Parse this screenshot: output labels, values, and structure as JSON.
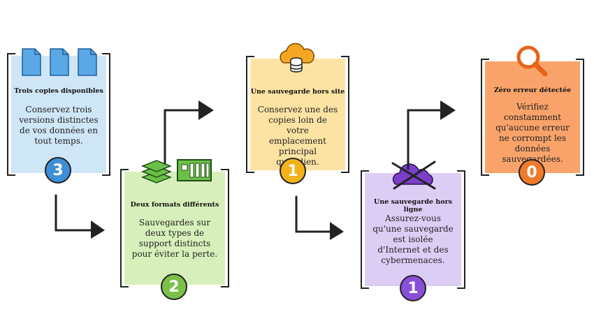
{
  "cards": [
    {
      "title": "Trois copies disponibles",
      "description": "Conservez trois versions distinctes de vos données en tout temps.",
      "badge": "3",
      "color": "#cfe6f7",
      "badge_color": "#3d8fd6"
    },
    {
      "title": "Deux formats différents",
      "description": "Sauvegardes sur deux types de support distincts pour éviter la perte.",
      "badge": "2",
      "color": "#d7f0bb",
      "badge_color": "#7cc04a"
    },
    {
      "title": "Une sauvegarde hors site",
      "description": "Conservez une des copies loin de votre emplacement principal quotidien.",
      "badge": "1",
      "color": "#fde3a3",
      "badge_color": "#f2b21a"
    },
    {
      "title": "Une sauvegarde hors ligne",
      "description": "Assurez-vous qu'une sauvegarde est isolée d'Internet et des cybermenaces.",
      "badge": "1",
      "color": "#dccdf5",
      "badge_color": "#8a4fd9"
    },
    {
      "title": "Zéro erreur détectée",
      "description": "Vérifiez constamment qu'aucune erreur ne corrompt les données sauvegardées.",
      "badge": "0",
      "color": "#f9a36a",
      "badge_color": "#f07a2a"
    }
  ],
  "icons": [
    "document-icon",
    "layers-icon",
    "hard-drive-icon",
    "cloud-database-icon",
    "cloud-crossed-icon",
    "magnifier-icon"
  ]
}
